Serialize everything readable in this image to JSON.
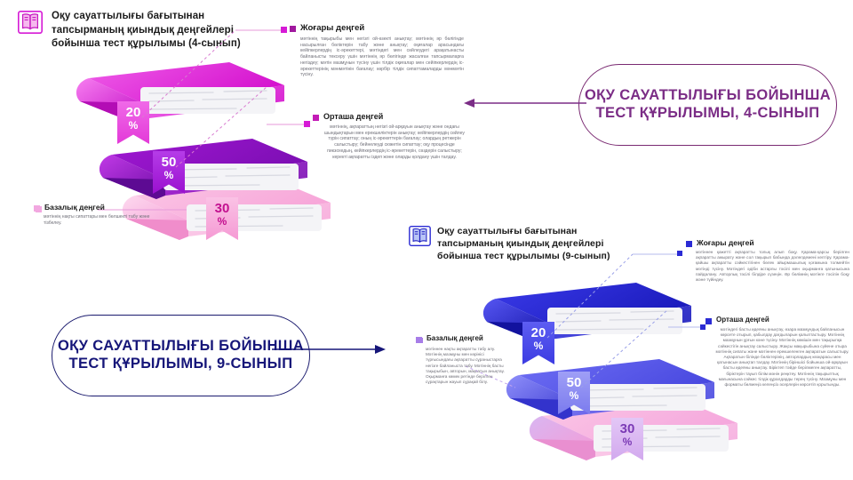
{
  "page": {
    "background": "#ffffff",
    "accent_magenta": "#d61ad6",
    "accent_purple": "#7b2d86",
    "accent_navy": "#161679",
    "accent_pink": "#f9b8de",
    "accent_blue": "#2b2bd4"
  },
  "infographic_top": {
    "icon": "open-book-icon",
    "title": "Оқу сауаттылығы бағытынан тапсырманың қиындық деңгейлері бойынша тест құрылымы (4-сынып)",
    "levels": [
      {
        "key": "high",
        "label": "Жоғары деңгей",
        "bullet_color": "#a0189e",
        "percent": "20",
        "percent_symbol": "%",
        "ribbon_color": "#e84ae0",
        "body": "мәтіннің тақырыбы мен негізгі ой-өзекті анықтау; мәтіннің әр бөлігінде насырылған бөліктерін табу және анықтау; оқиғалар арасындағы кейіпкерлердің іс-әрекеттері, мәтіндегі мен сөйлеудегі арақатынасты байланысты тексеру үшін мәтіннің әр бөлігінде жасалған тапсырмаларға негіздеу; мәтін мазмұнын түсіну үшін тілдік оқиғалар мен сейіпкерлердің іс-әрекеттерінің мәнмәтінін бағалау; көрбір тілдік сипаттамаларды мәнмәтін түсіну."
      },
      {
        "key": "middle",
        "label": "Орташа деңгей",
        "bullet_color": "#c31bb6",
        "percent": "50",
        "percent_symbol": "%",
        "ribbon_color": "#a616d6",
        "body": "мәтіннің, ақпараттың негізгі ой-арқауын анықтау және ондағы шындықтарын мен ерекшеліктерін анықтау; кейіпкерлердің сөйлеу түрін сипаттау; оның іс-әрекеттерін бағалау; олардың ретжерін салыстыру; бейнелеуді сюжетін сипаттау; оқу процесінде пикзохедың, кейіпкерлердің іс-әрекеттерін, сөздерін салыстыру; керекті ақпаратты іздеп және оларды қолдану үшін талдау."
      },
      {
        "key": "base",
        "label": "Базалық деңгей",
        "bullet_color": "#f2a8e0",
        "percent": "30",
        "percent_symbol": "%",
        "ribbon_color": "#f9b8de",
        "body": "мәтіннің нақты сипаттары мен бөлшекті табу және тізбелеу."
      }
    ],
    "callout": "ОҚУ САУАТТЫЛЫҒЫ БОЙЫНША ТЕСТ ҚҰРЫЛЫМЫ, 4-СЫНЫП",
    "callout_border": "#7a2a72",
    "callout_text_color": "#7b2d86",
    "arrow_direction": "left",
    "arrow_color": "#7b2d86"
  },
  "infographic_bottom": {
    "icon": "open-book-icon",
    "title": "Оқу сауаттылығы бағытынан тапсырманың қиындық деңгейлері бойынша тест құрылымы (9-сынып)",
    "levels": [
      {
        "key": "high",
        "label": "Жоғары деңгей",
        "bullet_color": "#2b2bd4",
        "percent": "20",
        "percent_symbol": "%",
        "ribbon_color": "#5a5ae8",
        "body": "мәтіннен қажетті ақпаратты толық алып боқу. Қарама-қарсы берілген ақпаратты ажырату және сол тақырып бабында дәлелдемені келтіру. Қарама-қайшы ақпаратты сәйкестігінен бөлек айырмашылық қоғамына толмейтін мәтінді түсіну. Мәтіндегі әдіби астарлы тәсілі мен оқырманға қатынысына пайдалану. Авторлық тәсілі білдіре сүзеңін. Әр бөлімнің мәтінге тәсілін боқу және түйіндеу."
      },
      {
        "key": "middle",
        "label": "Орташа деңгей",
        "bullet_color": "#2b2bd4",
        "percent": "50",
        "percent_symbol": "%",
        "ribbon_color": "#8f8ff0",
        "body": "мәтіндегі басты идеяны анықтау, өзара мазмұндық байланысын көрсете отырып, қабылдау дағдыларын қалыптастыру. Мәтіннің мазмұнын ұрғын кәне түсіну. Мәтіннің көмішін мен тақырыпқа сәйкестігін анықтау салыстыру. Жақсы мақырыбына сүйене отыра мәтіннің сипаты және мәтіннен ерекшеленген ақпаратын салыстыру. Ақпаратын білінде бөліктерінің, авторлардың көзқарасы мен қатынасын анықтап талдау. Мәтіннің біріншісі бойынша ой-арқауын басты идеяны анықтау. Біріктеп тәйде берілмеген ақпаратты, біріктерін тауып білім мәнін реңктеу. Мәтіннің тақырыптық мағынасына сәйкес тілдік құралдарды терең түсіну. Мазмұны мен форматы бөлмеңіз келеңсіз әсерлерін көрсетіп қорытынды."
      },
      {
        "key": "base",
        "label": "Базалық деңгей",
        "bullet_color": "#a77de8",
        "percent": "30",
        "percent_symbol": "%",
        "ribbon_color": "#c9a4ee",
        "body": "мәтіннен нақты ақпаратты табу алу. Мәтіннің мазмұны мен көрінісі түрғысындағы ақпаратты сұраныстарға негізге байланыста табу. Мәтіннің басты тақырыбын, авторын, мақсатын анықтау. Оқырманға көмек ретінде берілген сұрақтарын жауып сұрақай білу."
      }
    ],
    "callout": "ОҚУ САУАТТЫЛЫҒЫ БОЙЫНША ТЕСТ ҚҰРЫЛЫМЫ, 9-СЫНЫП",
    "callout_border": "#1b1b6e",
    "callout_text_color": "#161679",
    "arrow_direction": "right",
    "arrow_color": "#161679"
  }
}
